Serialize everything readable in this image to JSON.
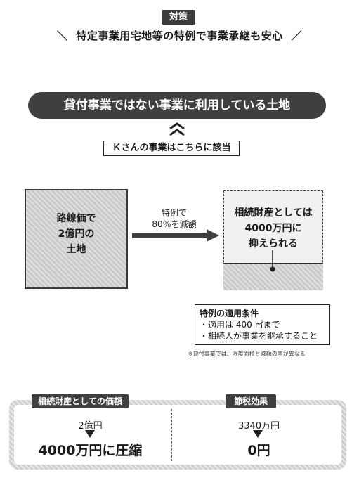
{
  "header": {
    "badge": "対策",
    "headline_left_slash": "＼",
    "headline": "特定事業用宅地等の特例で事業承継も安心",
    "headline_right_slash": "／"
  },
  "banner": {
    "text": "貸付事業ではない事業に利用している土地"
  },
  "callout": {
    "text": "Ｋさんの事業はこちらに該当"
  },
  "before_land": {
    "lines": [
      "路線価で",
      "2億円の",
      "土地"
    ]
  },
  "arrow": {
    "lines": [
      "特例で",
      "80％を減額"
    ]
  },
  "after_land": {
    "lines": [
      "相続財産としては",
      "4000万円に",
      "抑えられる"
    ]
  },
  "conditions": {
    "title": "特例の適用条件",
    "items": [
      "・適用は 400 ㎡まで",
      "・相続人が事業を継承すること"
    ]
  },
  "note": "※貸付事業では、限度面積と減額の率が異なる",
  "summary": {
    "left": {
      "tag": "相続財産としての価額",
      "before": "2億円",
      "after": "4000万円に圧縮"
    },
    "right": {
      "tag": "節税効果",
      "before": "3340万円",
      "after": "0円"
    }
  },
  "colors": {
    "dark": "#3f3f3f",
    "hatch": "#c9c9c9",
    "light_fill": "#f1f1f1"
  }
}
